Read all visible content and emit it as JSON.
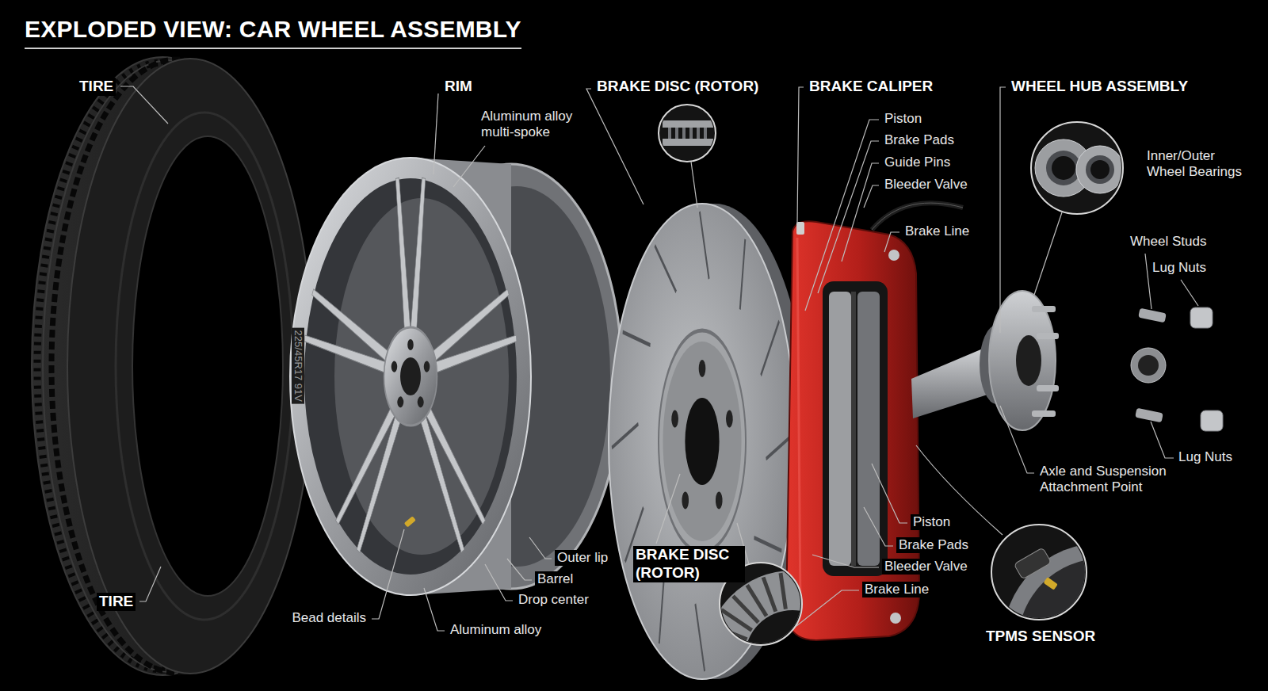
{
  "diagram": {
    "title": "EXPLODED VIEW: CAR WHEEL ASSEMBLY",
    "labels": [
      "TIRE",
      "225/45R17 91V",
      "RIM",
      "Aluminum alloy multi-spoke",
      "BRAKE DISC (ROTOR)",
      "BRAKE CALIPER",
      "Piston",
      "Brake Pads",
      "Guide Pins",
      "Bleeder Valve",
      "Brake Line",
      "WHEEL HUB ASSEMBLY",
      "Inner/Outer Wheel Bearings",
      "Wheel Studs",
      "Lug Nuts",
      "Axle and Suspension Attachment Point",
      "Lug Nuts",
      "BRAKE DISC (ROTOR)",
      "Piston",
      "Brake Pads",
      "Bleeder Valve",
      "Brake Line",
      "TPMS SENSOR",
      "Outer lip",
      "Barrel",
      "Drop center",
      "TIRE",
      "Bead details",
      "Aluminum alloy"
    ]
  }
}
